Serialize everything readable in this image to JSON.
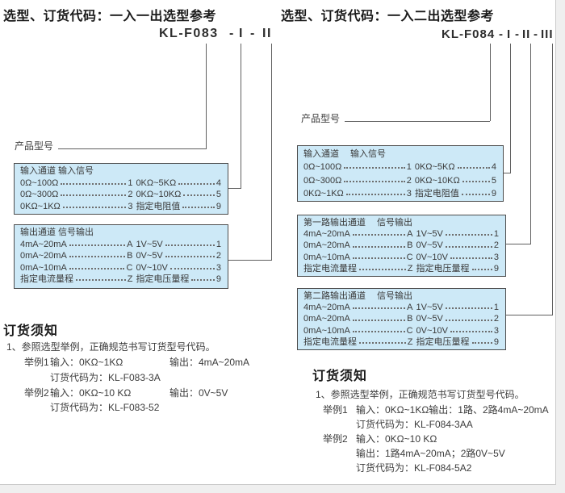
{
  "colors": {
    "table_bg": "#cde9f7",
    "table_border": "#4d4d4d",
    "connector_line": "#5f5f5f",
    "text": "#3c3c3c",
    "page_edge": "#c9c9c9"
  },
  "left": {
    "section_title": "选型、订货代码：一入一出选型参考",
    "model": {
      "base": "KL-F083",
      "dash": "-",
      "roman1": "I",
      "roman2": "II"
    },
    "product_model_label": "产品型号",
    "input_table": {
      "header": "输入通道 输入信号",
      "rows": [
        {
          "l_label": "0Ω~100Ω",
          "l_code": "1",
          "r_label": "0KΩ~5KΩ",
          "r_code": "4"
        },
        {
          "l_label": "0Ω~300Ω",
          "l_code": "2",
          "r_label": "0KΩ~10KΩ",
          "r_code": "5"
        },
        {
          "l_label": "0KΩ~1KΩ",
          "l_code": "3",
          "r_label": "指定电阻值",
          "r_code": "9"
        }
      ]
    },
    "output_table": {
      "header": "输出通道 信号输出",
      "rows": [
        {
          "l_label": "4mA~20mA",
          "l_code": "A",
          "r_label": "1V~5V",
          "r_code": "1"
        },
        {
          "l_label": "0mA~20mA",
          "l_code": "B",
          "r_label": "0V~5V",
          "r_code": "2"
        },
        {
          "l_label": "0mA~10mA",
          "l_code": "C",
          "r_label": "0V~10V",
          "r_code": "3"
        },
        {
          "l_label": "指定电流量程",
          "l_code": "Z",
          "r_label": "指定电压量程",
          "r_code": "9"
        }
      ]
    },
    "ordering": {
      "title": "订货须知",
      "note": "1、参照选型举例，正确规范书写订货型号代码。",
      "examples": [
        {
          "label": "举例1",
          "input": "输入：0KΩ~1KΩ",
          "output": "输出：4mA~20mA",
          "code": "订货代码为：KL-F083-3A"
        },
        {
          "label": "举例2",
          "input": "输入：0KΩ~10 KΩ",
          "output": "输出：0V~5V",
          "code": "订货代码为：KL-F083-52"
        }
      ]
    }
  },
  "right": {
    "section_title": "选型、订货代码：一入二出选型参考",
    "model": {
      "base": "KL-F084",
      "dash": "-",
      "roman1": "I",
      "roman2": "II",
      "roman3": "III"
    },
    "product_model_label": "产品型号",
    "input_table": {
      "header": "输入通道　 输入信号",
      "rows": [
        {
          "l_label": "0Ω~100Ω",
          "l_code": "1",
          "r_label": "0KΩ~5KΩ",
          "r_code": "4"
        },
        {
          "l_label": "0Ω~300Ω",
          "l_code": "2",
          "r_label": "0KΩ~10KΩ",
          "r_code": "5"
        },
        {
          "l_label": "0KΩ~1KΩ",
          "l_code": "3",
          "r_label": "指定电阻值",
          "r_code": "9"
        }
      ]
    },
    "output_table1": {
      "header": "第一路输出通道　 信号输出",
      "rows": [
        {
          "l_label": "4mA~20mA",
          "l_code": "A",
          "r_label": "1V~5V",
          "r_code": "1"
        },
        {
          "l_label": "0mA~20mA",
          "l_code": "B",
          "r_label": "0V~5V",
          "r_code": "2"
        },
        {
          "l_label": "0mA~10mA",
          "l_code": "C",
          "r_label": "0V~10V",
          "r_code": "3"
        },
        {
          "l_label": "指定电流量程",
          "l_code": "Z",
          "r_label": "指定电压量程",
          "r_code": "9"
        }
      ]
    },
    "output_table2": {
      "header": "第二路输出通道　 信号输出",
      "rows": [
        {
          "l_label": "4mA~20mA",
          "l_code": "A",
          "r_label": "1V~5V",
          "r_code": "1"
        },
        {
          "l_label": "0mA~20mA",
          "l_code": "B",
          "r_label": "0V~5V",
          "r_code": "2"
        },
        {
          "l_label": "0mA~10mA",
          "l_code": "C",
          "r_label": "0V~10V",
          "r_code": "3"
        },
        {
          "l_label": "指定电流量程",
          "l_code": "Z",
          "r_label": "指定电压量程",
          "r_code": "9"
        }
      ]
    },
    "ordering": {
      "title": "订货须知",
      "note": "1、参照选型举例，正确规范书写订货型号代码。",
      "examples": [
        {
          "label": "举例1",
          "line1": "输入：0KΩ~1KΩ输出：1路、2路4mA~20mA",
          "code": "订货代码为：KL-F084-3AA"
        },
        {
          "label": "举例2",
          "input": "输入：0KΩ~10 KΩ",
          "output": "输出：1路4mA~20mA；2路0V~5V",
          "code": "订货代码为：KL-F084-5A2"
        }
      ]
    }
  }
}
